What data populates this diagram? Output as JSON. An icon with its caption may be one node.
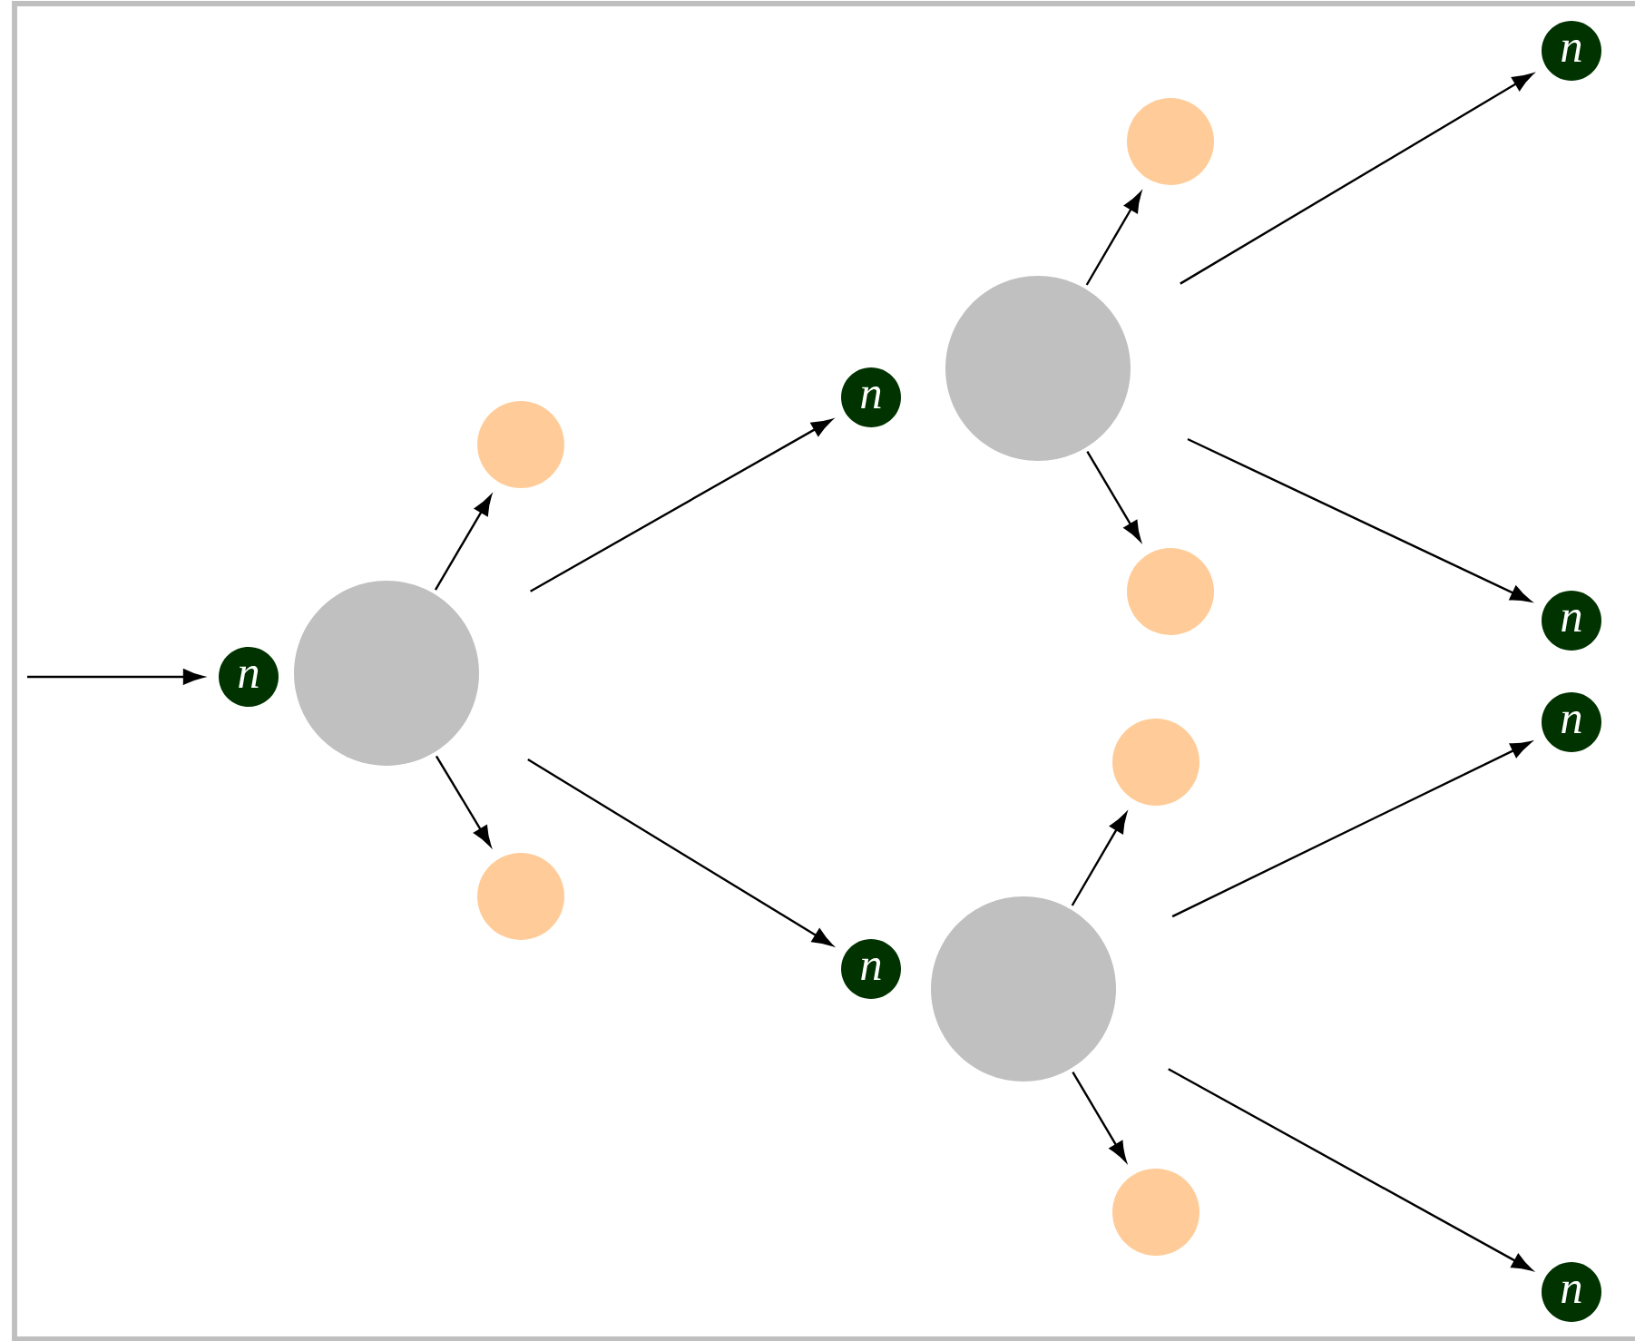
{
  "diagram": {
    "nodes": [
      {
        "text": [
          "n"
        ]
      },
      {
        "text": [],
        "shape": "circle"
      },
      {
        "text": [],
        "shape": "circle"
      },
      {
        "text": [],
        "shape": "circle"
      },
      {
        "text": [
          "n"
        ]
      },
      {
        "text": [
          "n"
        ]
      },
      {
        "text": [],
        "shape": "circle"
      },
      {
        "text": [],
        "shape": "circle"
      },
      {
        "text": [],
        "shape": "circle"
      },
      {
        "text": [],
        "shape": "circle"
      },
      {
        "text": [],
        "shape": "circle"
      },
      {
        "text": [],
        "shape": "circle"
      },
      {
        "text": [
          "n"
        ]
      },
      {
        "text": [
          "n"
        ]
      },
      {
        "text": [
          "n"
        ]
      },
      {
        "text": [
          "n"
        ]
      }
    ],
    "edges": [
      {
        "from": null,
        "to": 0,
        "arrow": "to"
      },
      {
        "from": 1,
        "to": 2,
        "arrow": "to"
      },
      {
        "from": 1,
        "to": 3,
        "arrow": "to"
      },
      {
        "from": 1,
        "to": 4,
        "arrow": "to"
      },
      {
        "from": 1,
        "to": 5,
        "arrow": "to"
      },
      {
        "from": 6,
        "to": 7,
        "arrow": "to"
      },
      {
        "from": 6,
        "to": 8,
        "arrow": "to"
      },
      {
        "from": 6,
        "to": 12,
        "arrow": "to"
      },
      {
        "from": 6,
        "to": 13,
        "arrow": "to"
      },
      {
        "from": 9,
        "to": 10,
        "arrow": "to"
      },
      {
        "from": 9,
        "to": 11,
        "arrow": "to"
      },
      {
        "from": 9,
        "to": 14,
        "arrow": "to"
      },
      {
        "from": 9,
        "to": 15,
        "arrow": "to"
      }
    ]
  }
}
